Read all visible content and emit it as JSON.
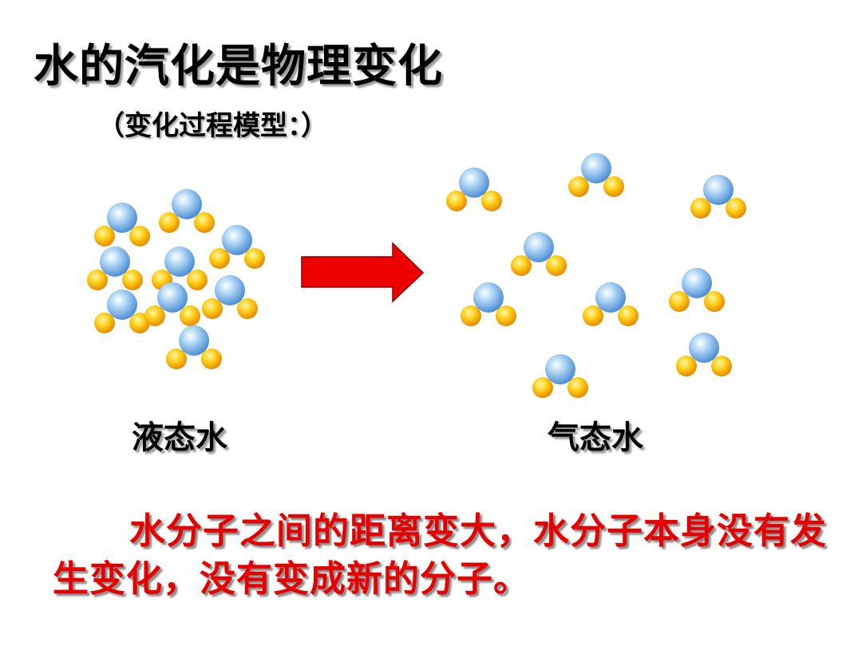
{
  "slide": {
    "title": "水的汽化是物理变化",
    "subtitle": "（变化过程模型：）",
    "liquid_label": "液态水",
    "gas_label": "气态水",
    "conclusion": "水分子之间的距离变大，水分子本身没有发生变化，没有变成新的分子。"
  },
  "colors": {
    "oxygen": "#8fc8f2",
    "hydrogen": "#f7b800",
    "arrow": "#ee0000",
    "conclusion_text": "#e60000"
  },
  "icons": {
    "molecule": "water-molecule-icon",
    "arrow": "right-arrow-icon"
  }
}
